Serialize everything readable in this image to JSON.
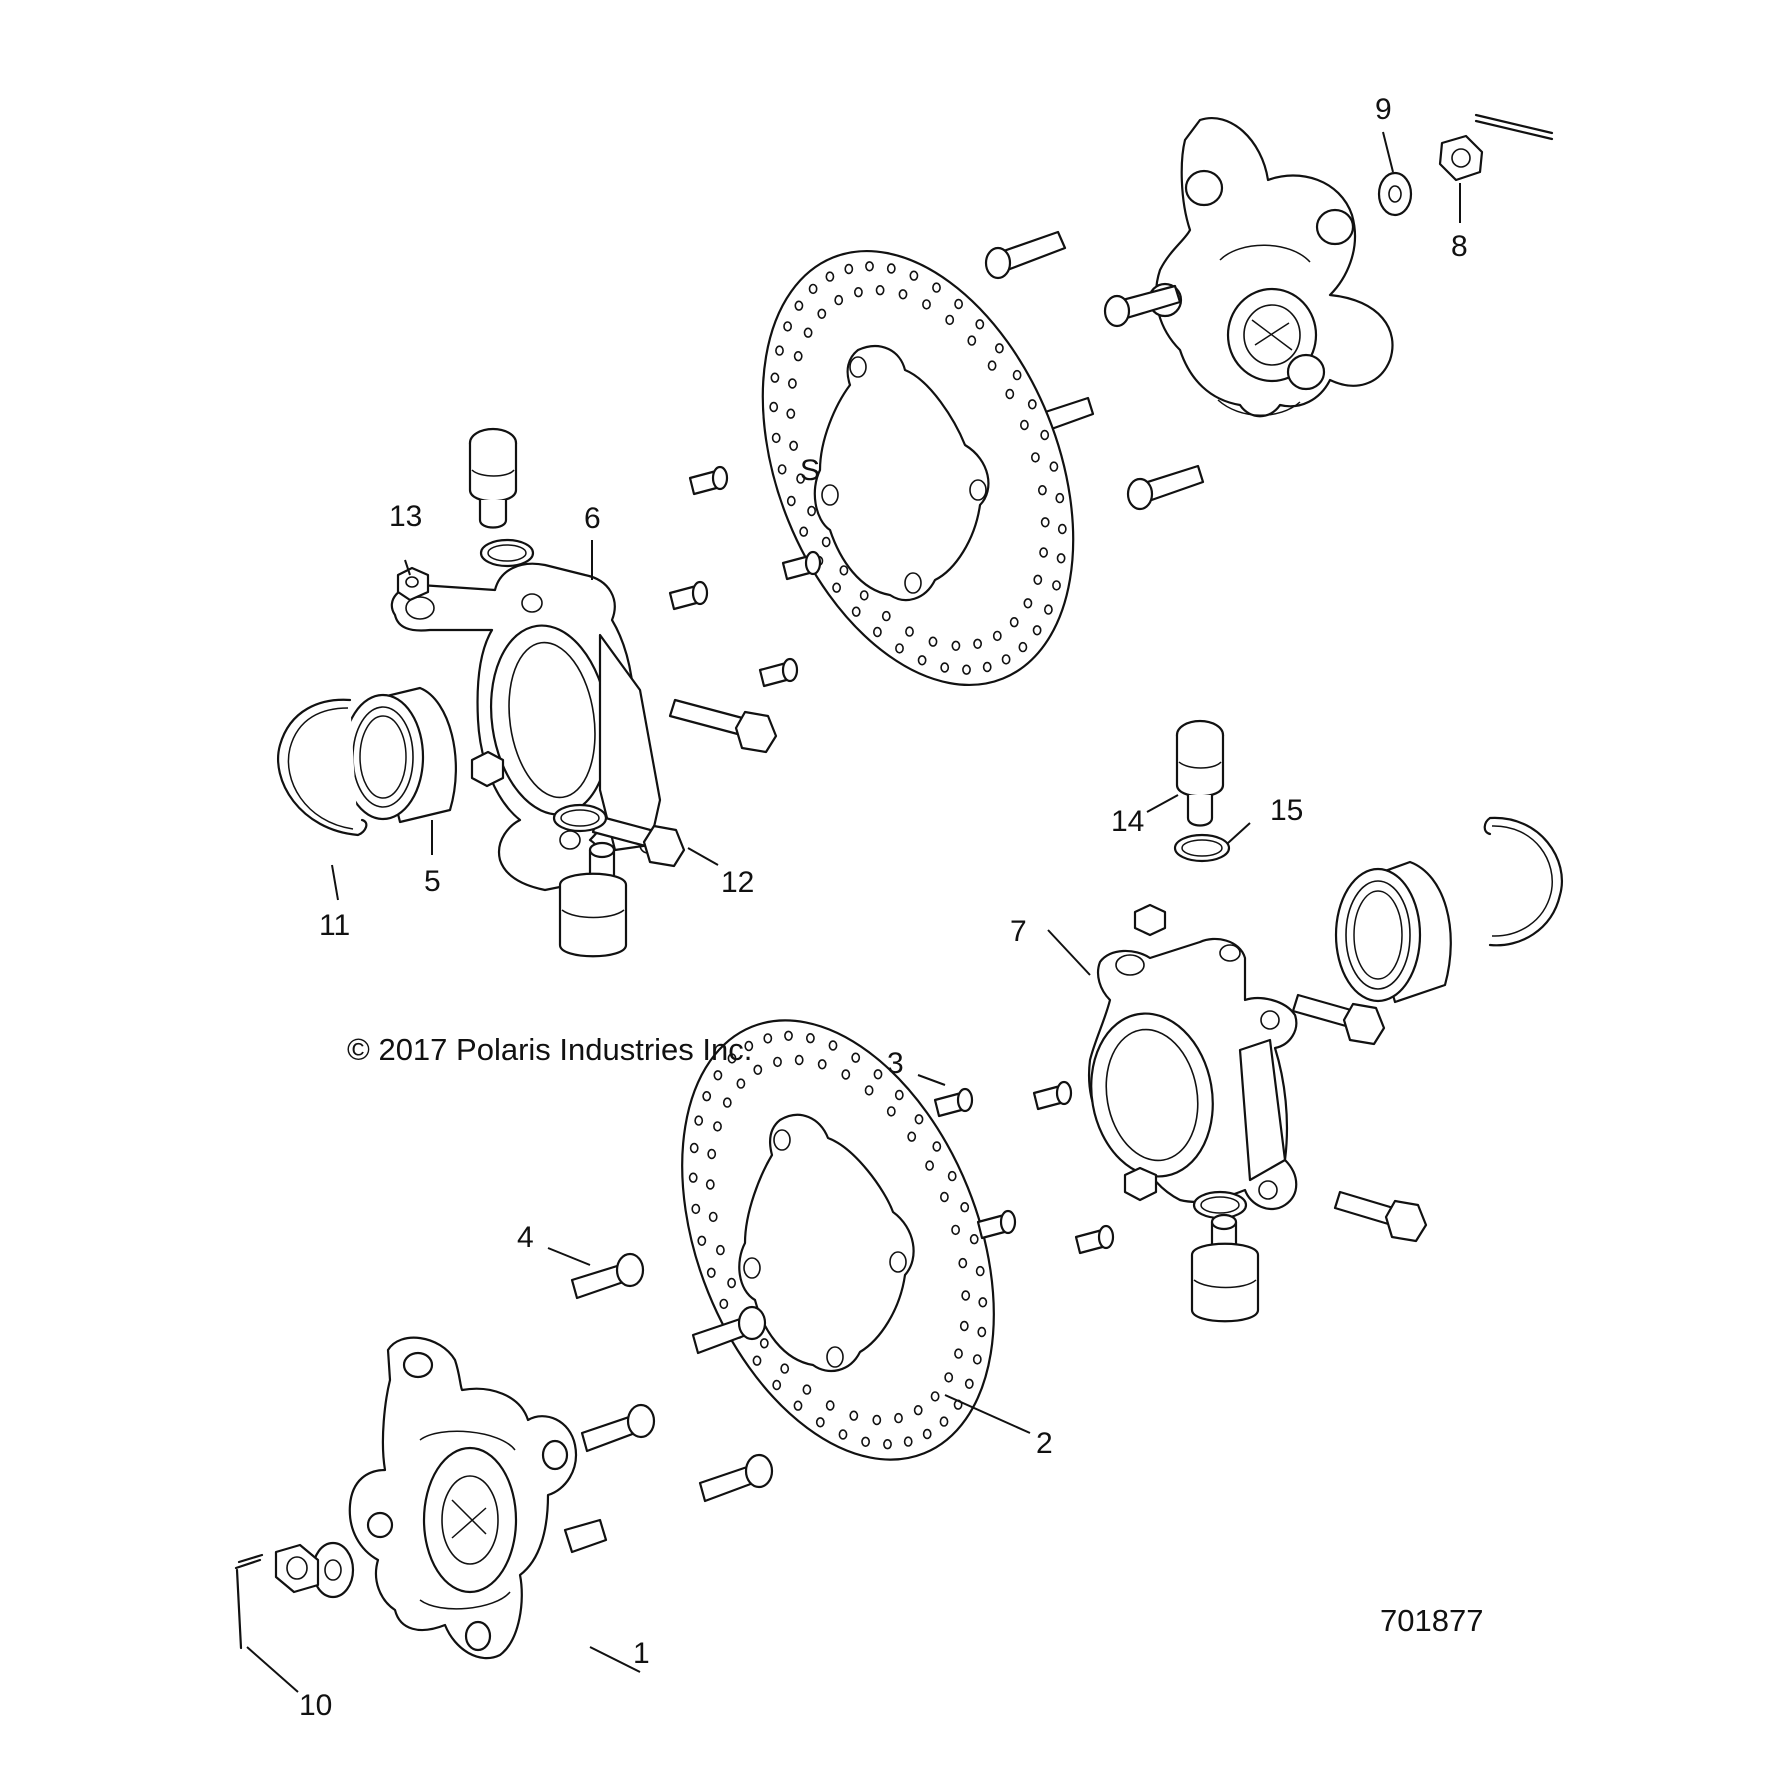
{
  "copyright": "© 2017 Polaris Industries Inc.",
  "figure_number": "701877",
  "callouts": [
    {
      "id": "1",
      "label": "1"
    },
    {
      "id": "2",
      "label": "2"
    },
    {
      "id": "3",
      "label": "3"
    },
    {
      "id": "4",
      "label": "4"
    },
    {
      "id": "5",
      "label": "5"
    },
    {
      "id": "6",
      "label": "6"
    },
    {
      "id": "7",
      "label": "7"
    },
    {
      "id": "8",
      "label": "8"
    },
    {
      "id": "9",
      "label": "9"
    },
    {
      "id": "10",
      "label": "10"
    },
    {
      "id": "11",
      "label": "11"
    },
    {
      "id": "12",
      "label": "12"
    },
    {
      "id": "13",
      "label": "13"
    },
    {
      "id": "14",
      "label": "14"
    },
    {
      "id": "15",
      "label": "15"
    }
  ],
  "rotor_mark": "S"
}
